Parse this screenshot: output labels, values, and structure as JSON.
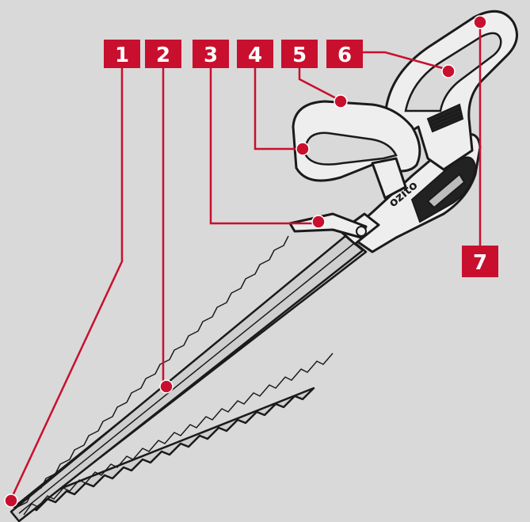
{
  "brand": "ozito",
  "callouts": [
    {
      "label": "1"
    },
    {
      "label": "2"
    },
    {
      "label": "3"
    },
    {
      "label": "4"
    },
    {
      "label": "5"
    },
    {
      "label": "6"
    },
    {
      "label": "7"
    }
  ],
  "colors": {
    "background": "#d9d9d9",
    "accent": "#c8102e",
    "outline": "#1a1a1a",
    "tool_body": "#eeeeee"
  }
}
